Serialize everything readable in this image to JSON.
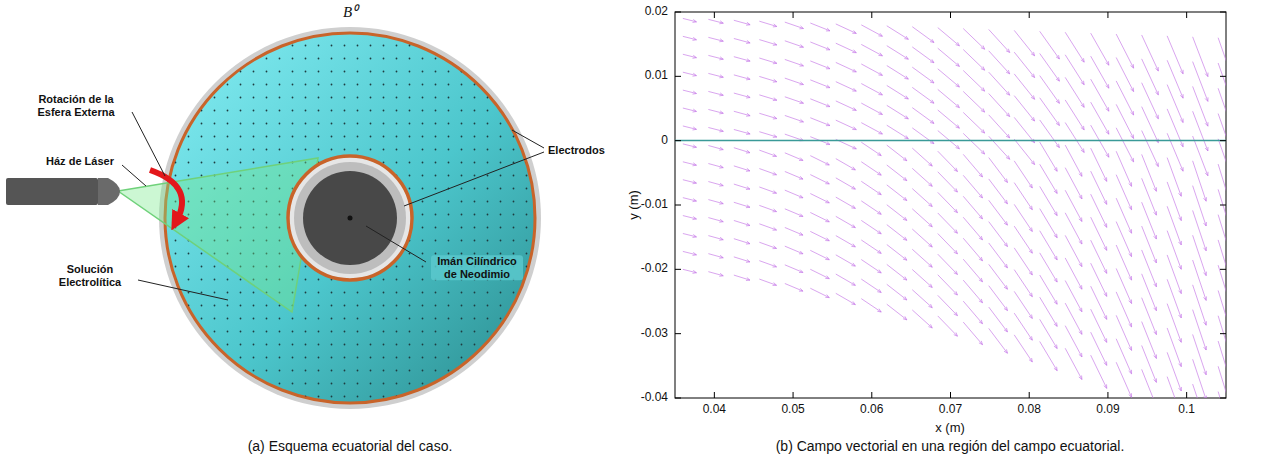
{
  "diagram": {
    "labels": [
      "B⁰",
      "Rotación de la Esfera Externa",
      "Ház de Láser",
      "Electrodos",
      "Solución Electrolítica",
      "Imán Cilíndrico de Neodimio",
      "(a) Esquema ecuatorial del caso.",
      "0.02",
      "0.01",
      "0",
      "-0.01",
      "-0.02",
      "-0.03",
      "-0.04",
      "y (m)",
      "0.04",
      "0.05",
      "0.06",
      "0.07",
      "0.08",
      "0.09",
      "0.1",
      "x (m)",
      "(b) Campo vectorial en una región del campo ecuatorial."
    ]
  }
}
